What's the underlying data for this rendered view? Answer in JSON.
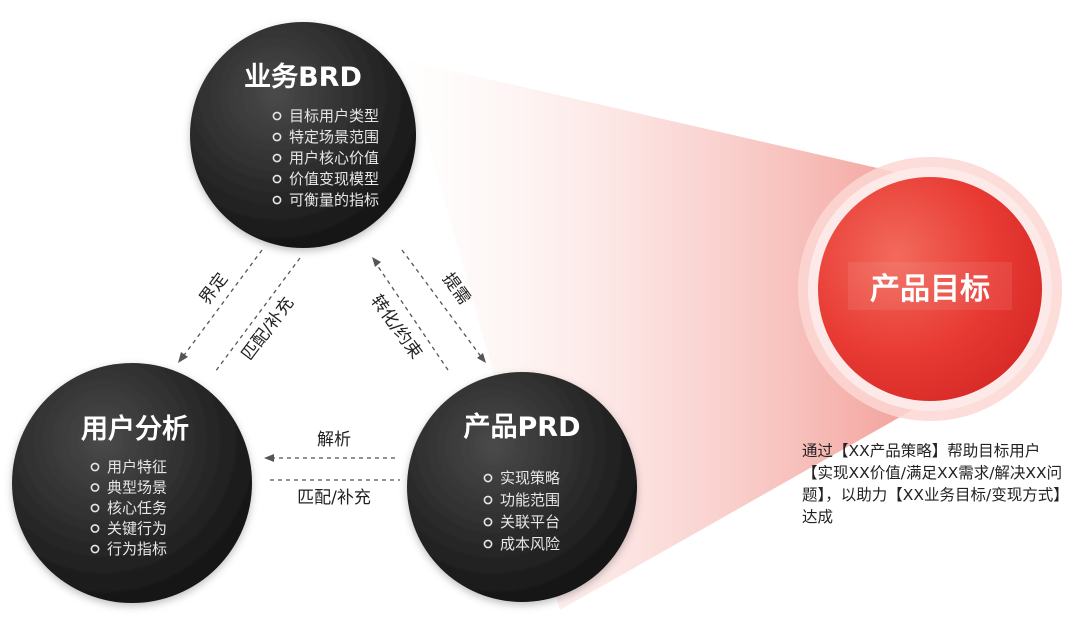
{
  "business": {
    "title": "业务BRD",
    "items": [
      "目标用户类型",
      "特定场景范围",
      "用户核心价值",
      "价值变现模型",
      "可衡量的指标"
    ]
  },
  "user": {
    "title": "用户分析",
    "items": [
      "用户特征",
      "典型场景",
      "核心任务",
      "关键行为",
      "行为指标"
    ]
  },
  "product": {
    "title": "产品PRD",
    "items": [
      "实现策略",
      "功能范围",
      "关联平台",
      "成本风险"
    ]
  },
  "edges": {
    "define": "界定",
    "match_left": "匹配/补充",
    "transform": "转化/约束",
    "propose": "提需",
    "parse": "解析",
    "match_bottom": "匹配/补充"
  },
  "goal": {
    "title": "产品目标",
    "description": "通过【XX产品策略】帮助目标用户【实现XX价值/满足XX需求/解决XX问题】，以助力【XX业务目标/变现方式】达成"
  },
  "colors": {
    "circle_dark": "#262626",
    "goal_red": "#e8302f",
    "beam_red": "#f4a7a3"
  }
}
